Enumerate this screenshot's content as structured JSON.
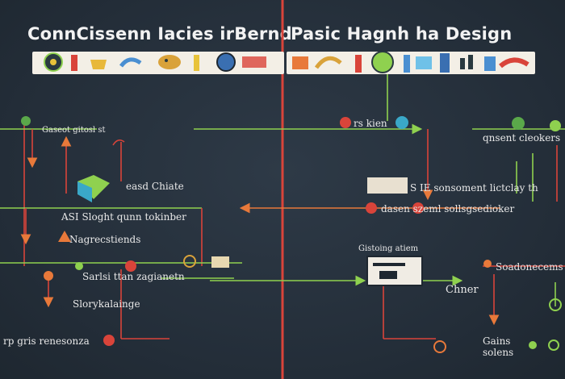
{
  "title": {
    "left": "ConnCissenn Iacies irBernd",
    "right": "Pasic Hagnh ha Design"
  },
  "labels": {
    "top_left_small": "Gaseot gitosl st",
    "left_box": "easd Chiate",
    "left_mid": "ASI Sloght qunn tokinber",
    "left_warn": "Nagrecstiends",
    "left_chain": "Sarlsi ttan zagianetn",
    "left_story": "Slorykalainge",
    "bottom_left": "rp gris renesonza",
    "center_top": "rs kien",
    "right_top": "qnsent cleokers",
    "right_mid1": "S IE sonsoment lictclay th",
    "right_mid2": "dasen szeml sollsgsedioker",
    "center_box": "Gistoing atiem",
    "right_chain": "Soadonecems",
    "right_chner": "Chner",
    "bottom_right1": "Gains",
    "bottom_right2": "solens"
  },
  "colors": {
    "board": "#26313d",
    "axis_red": "#d9443a",
    "arrow_green": "#8fd14f",
    "arrow_orange": "#e8793a",
    "chalk_white": "#e8e8e8"
  },
  "icons": [
    "compass-icon",
    "cup-icon",
    "brush-icon",
    "palette-icon",
    "bottle-icon",
    "lamp-icon",
    "globe-icon",
    "chart-icon"
  ]
}
